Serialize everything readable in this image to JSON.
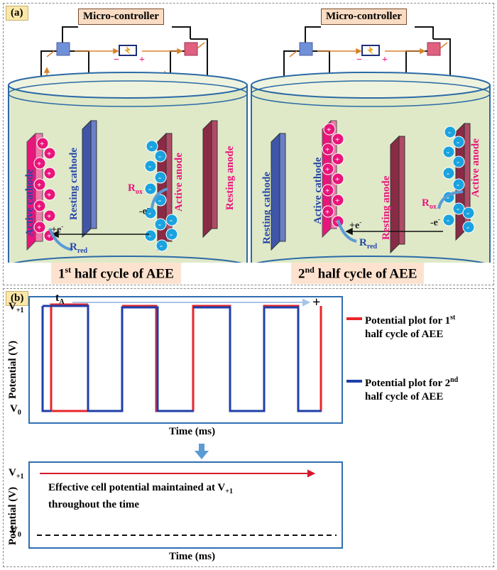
{
  "panel_a": {
    "tag": "(a)",
    "controller_label": "Micro-controller",
    "left_cell": {
      "active_cathode": "Active cathode",
      "resting_cathode": "Resting cathode",
      "active_anode": "Active anode",
      "resting_anode": "Resting anode",
      "electron_left": "+e",
      "electron_right": "-e",
      "r_ox": "R",
      "r_ox_sub": "ox",
      "r_red": "R",
      "r_red_sub": "red",
      "caption_num": "1",
      "caption_sup": "st",
      "caption_rest": " half cycle of AEE"
    },
    "right_cell": {
      "resting_cathode": "Resting cathode",
      "active_cathode": "Active cathode",
      "resting_anode": "Resting anode",
      "active_anode": "Active anode",
      "caption_num": "2",
      "caption_sup": "nd",
      "caption_rest": " half cycle of AEE"
    },
    "colors": {
      "cathode_active": "#e8157a",
      "anode_active": "#1aa3df",
      "resting_cathode": "#6b7fc9",
      "resting_anode": "#b04a66",
      "wire_arrow": "#d9822b"
    }
  },
  "panel_b": {
    "tag": "(b)",
    "top_plot": {
      "ylabel": "Potential (V)",
      "y_high": "V",
      "y_high_sub": "+1",
      "y_low": "V",
      "y_low_sub": "0",
      "xlabel": "Time (ms)",
      "ta_label": "t",
      "ta_sub": "A",
      "plus": "+"
    },
    "legend": [
      {
        "text1": "Potential plot for 1",
        "sup": "st",
        "text2": "half cycle of AEE",
        "color": "#e8252b"
      },
      {
        "text1": "Potential plot for 2",
        "sup": "nd",
        "text2": "half cycle of AEE",
        "color": "#1f3fa8"
      }
    ],
    "bottom_plot": {
      "ylabel": "Potential (V)",
      "y_high": "V",
      "y_high_sub": "+1",
      "y_low": "V",
      "y_low_sub": "0",
      "xlabel": "Time (ms)",
      "note_line1": "Effective cell potential maintained at V",
      "note_sub": "+1",
      "note_line2": "throughout the time"
    }
  }
}
